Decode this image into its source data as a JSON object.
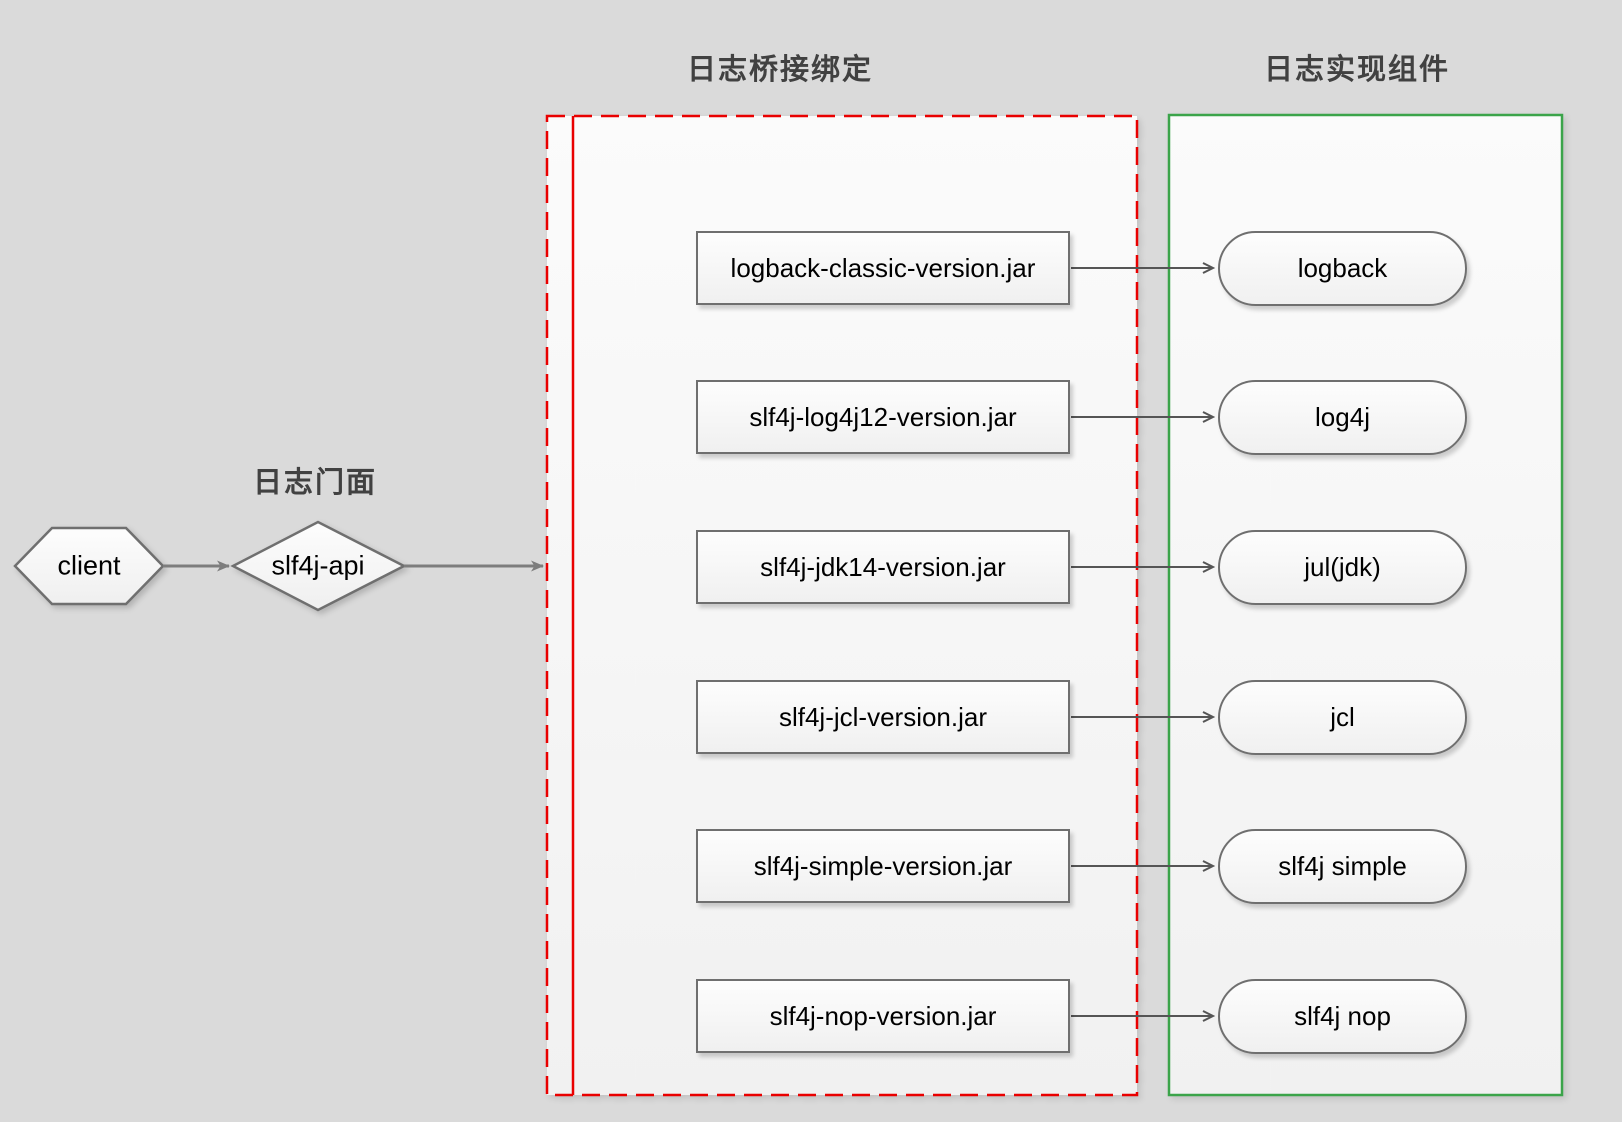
{
  "diagram": {
    "facade_group_label": "日志门面",
    "bridge_group_title": "日志桥接绑定",
    "impl_group_title": "日志实现组件",
    "client_node": "client",
    "api_node": "slf4j-api",
    "rows": [
      {
        "jar": "logback-classic-version.jar",
        "impl": "logback"
      },
      {
        "jar": "slf4j-log4j12-version.jar",
        "impl": "log4j"
      },
      {
        "jar": "slf4j-jdk14-version.jar",
        "impl": "jul(jdk)"
      },
      {
        "jar": "slf4j-jcl-version.jar",
        "impl": "jcl"
      },
      {
        "jar": "slf4j-simple-version.jar",
        "impl": "slf4j simple"
      },
      {
        "jar": "slf4j-nop-version.jar",
        "impl": "slf4j nop"
      }
    ],
    "colors": {
      "background": "#dadada",
      "bridge_border": "#e90000",
      "impl_border": "#3ba44a",
      "shape_border": "#6f6f6f",
      "connector": "#555555",
      "connector_main": "#7d7d7d",
      "text": "#000000",
      "title_text": "#414141"
    }
  }
}
